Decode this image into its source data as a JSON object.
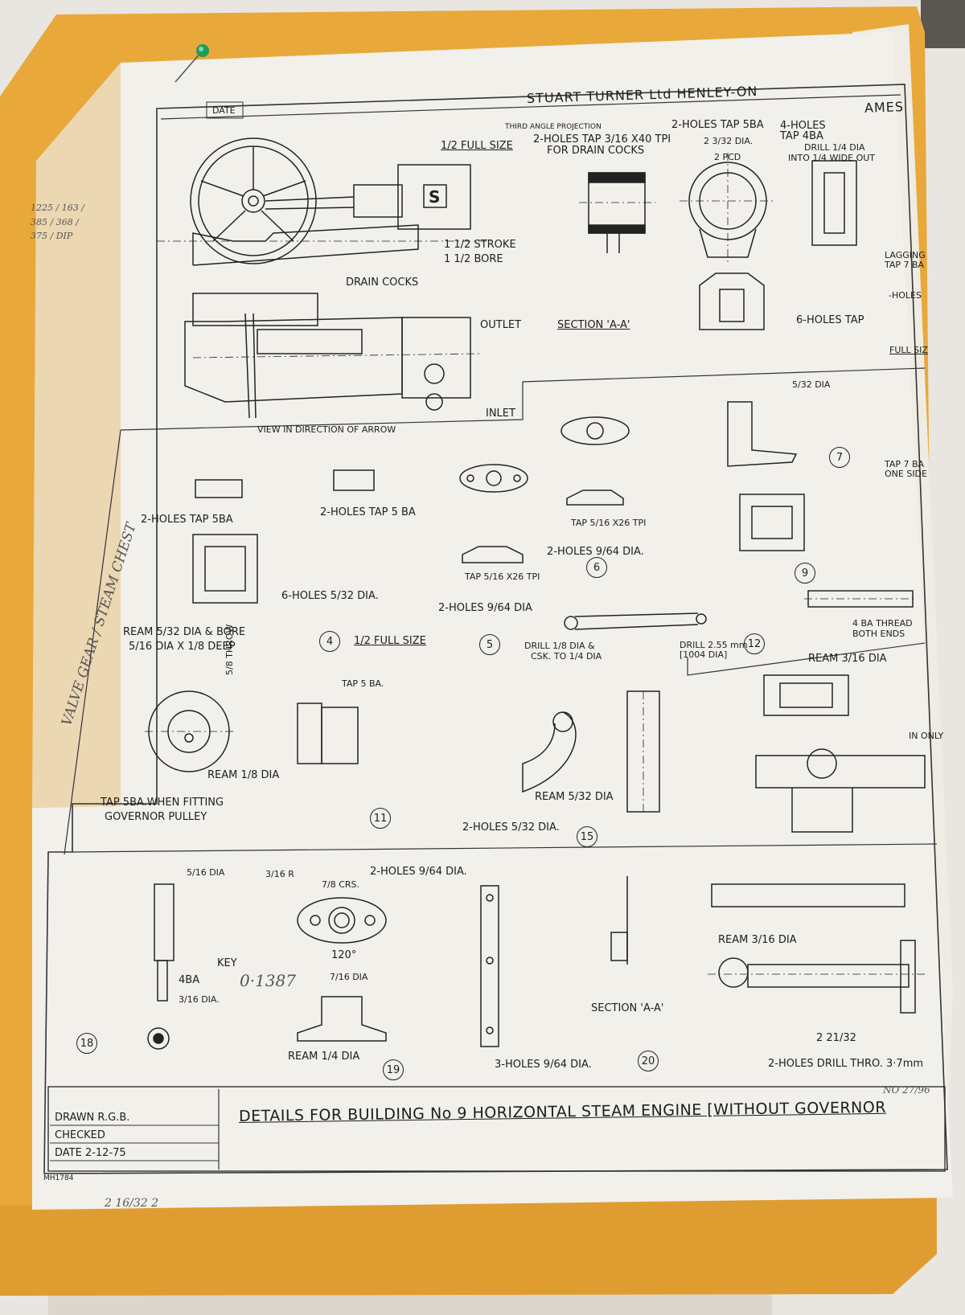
{
  "header": {
    "company": "STUART TURNER Ltd HENLEY-ON",
    "corner_cut": "AMES",
    "date_label": "DATE",
    "projection": "THIRD ANGLE PROJECTION",
    "full_size_1": "1/2 FULL SIZE"
  },
  "notes": {
    "tap_drain": "2-HOLES TAP 3/16 X40 TPI",
    "for_drain": "FOR DRAIN COCKS",
    "tap_5ba_top": "2-HOLES TAP 5BA",
    "dia_2_3_32": "2 3/32 DIA.",
    "pcd": "2 PCD",
    "holes_4": "4-HOLES",
    "tap_4ba": "TAP 4BA",
    "drill_wide": "DRILL 1/4 DIA",
    "into_wide": "INTO 1/4 WIDE OUT",
    "stroke": "1 1/2 STROKE",
    "bore": "1 1/2 BORE",
    "drain_cocks": "DRAIN COCKS",
    "outlet": "OUTLET",
    "inlet": "INLET",
    "section_aa": "SECTION 'A-A'",
    "six_holes_tap": "6-HOLES TAP",
    "view_dir": "VIEW IN DIRECTION OF ARROW",
    "lagging": "LAGGING",
    "tap_7ba": "TAP 7 BA",
    "holes": "-HOLES",
    "full_siz": "FULL SIZ",
    "tap_7ba_side": "TAP 7 BA ONE SIDE",
    "dia_5_32": "5/32 DIA",
    "holes_tap_5ba_a": "2-HOLES TAP 5BA",
    "holes_tap_5ba_b": "2-HOLES TAP 5 BA",
    "holes_6_dia": "6-HOLES 5/32 DIA.",
    "ream_bore": "REAM 5/32 DIA & BORE",
    "deep": "5/16 DIA X 1/8 DEEP",
    "full_size_4": "1/2 FULL SIZE",
    "tap_x26_a": "TAP 5/16 X26 TPI",
    "tap_x26_b": "TAP 5/16 X26 TPI",
    "holes_64_a": "2-HOLES 9/64 DIA.",
    "holes_64_b": "2-HOLES 9/64 DIA",
    "drill_csk": "DRILL 1/8 DIA &",
    "csk_to": "CSK. TO 1/4 DIA",
    "drill_255": "DRILL 2.55 mm",
    "drill_255b": "[1004 DIA]",
    "thread_4ba": "4 BA THREAD",
    "both_ends": "BOTH ENDS",
    "ream_top": "REAM 3/16 DIA",
    "ny_text": "IN ONLY",
    "tap_5ba_11": "TAP 5 BA.",
    "throw": "5/8 THROW",
    "ream_11": "REAM 1/8 DIA",
    "tap_when": "TAP 5BA.WHEN FITTING",
    "governor_pulley": "GOVERNOR PULLEY",
    "ream_15": "REAM 5/32 DIA",
    "holes_15": "2-HOLES 5/32 DIA.",
    "dia_18": "5/16 DIA",
    "ba_18": "4BA",
    "key_18": "KEY",
    "dia_18b": "3/16 DIA.",
    "r_19": "3/16 R",
    "crs_19": "7/8 CRS.",
    "holes_19": "2-HOLES 9/64 DIA.",
    "deg_19": "120°",
    "dia_19": "7/16 DIA",
    "ream_19": "REAM 1/4 DIA",
    "holes_20": "3-HOLES 9/64 DIA.",
    "section_20": "SECTION 'A-A'",
    "ream_bottom": "REAM 3/16 DIA",
    "len_bottom": "2 21/32",
    "drill_thro": "2-HOLES DRILL THRO. 3·7mm"
  },
  "part_numbers": [
    "4",
    "5",
    "6",
    "7",
    "9",
    "11",
    "12",
    "15",
    "18",
    "19",
    "20"
  ],
  "handwriting": {
    "key_note": "0·1387",
    "valve_gear": "VALVE GEAR / STEAM CHEST",
    "corner_num": "NO 27/96",
    "sheet_num": "2 16/32 2",
    "left_nums": "1225 / 163 / 385 / 368 / 375 / DIP"
  },
  "title_block": {
    "drawn": "DRAWN R.G.B.",
    "checked": "CHECKED",
    "date": "DATE 2-12-75",
    "code": "MH1784",
    "title": "DETAILS FOR BUILDING No 9 HORIZONTAL STEAM ENGINE [WITHOUT GOVERNOR"
  },
  "colors": {
    "folder": "#e8a93a",
    "paper": "#f2f0eb",
    "ink": "#222222",
    "backdrop": "#e9e6e2"
  },
  "icons": {
    "pin": "green-pushpin-icon"
  }
}
